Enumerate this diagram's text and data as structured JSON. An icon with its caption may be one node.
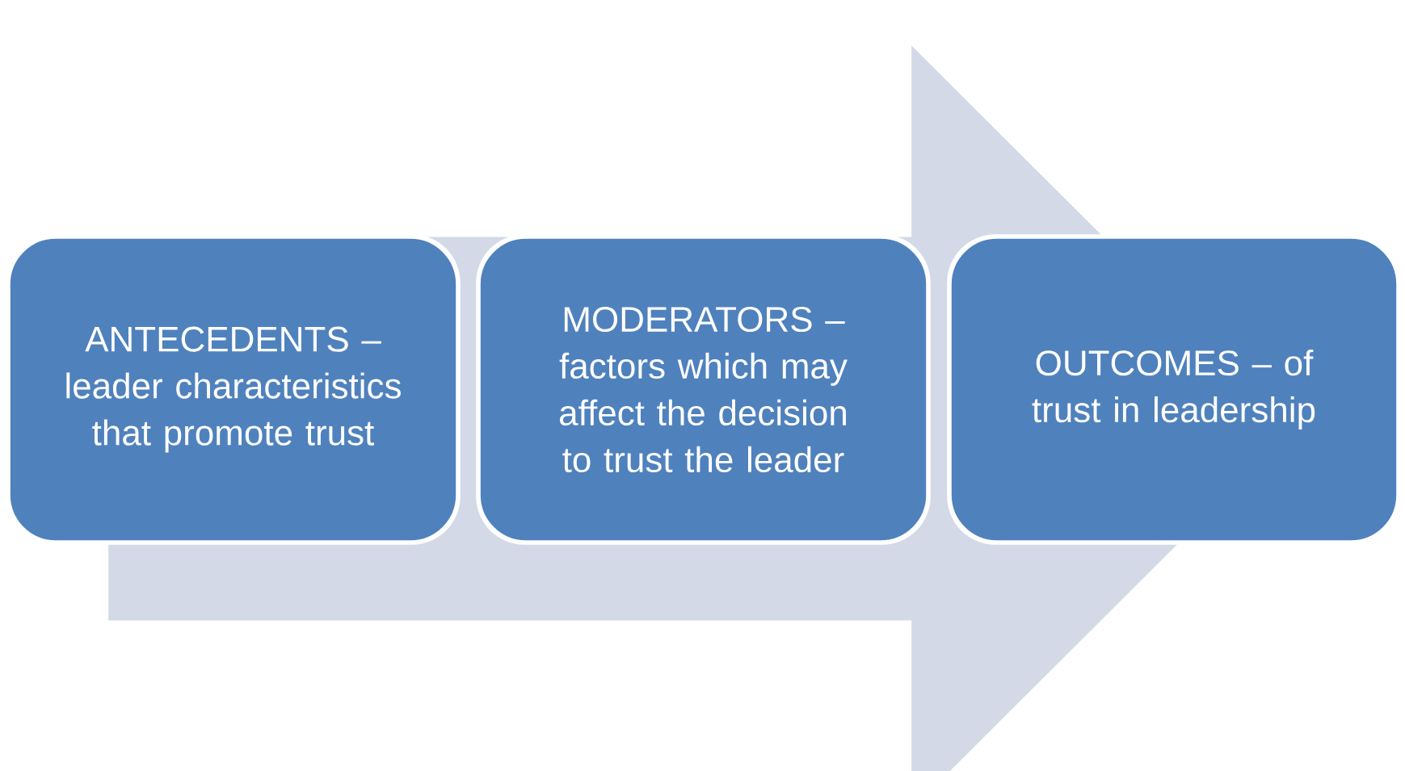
{
  "diagram": {
    "nodes": [
      {
        "text": [
          "ANTECEDENTS – leader characteristics that promote trust"
        ]
      },
      {
        "text": [
          "MODERATORS – factors which may affect the decision to trust the leader"
        ]
      },
      {
        "text": [
          "OUTCOMES – of trust in leadership"
        ]
      }
    ],
    "edges": [
      {
        "from": 0,
        "to": 2,
        "arrow": "to"
      }
    ]
  }
}
